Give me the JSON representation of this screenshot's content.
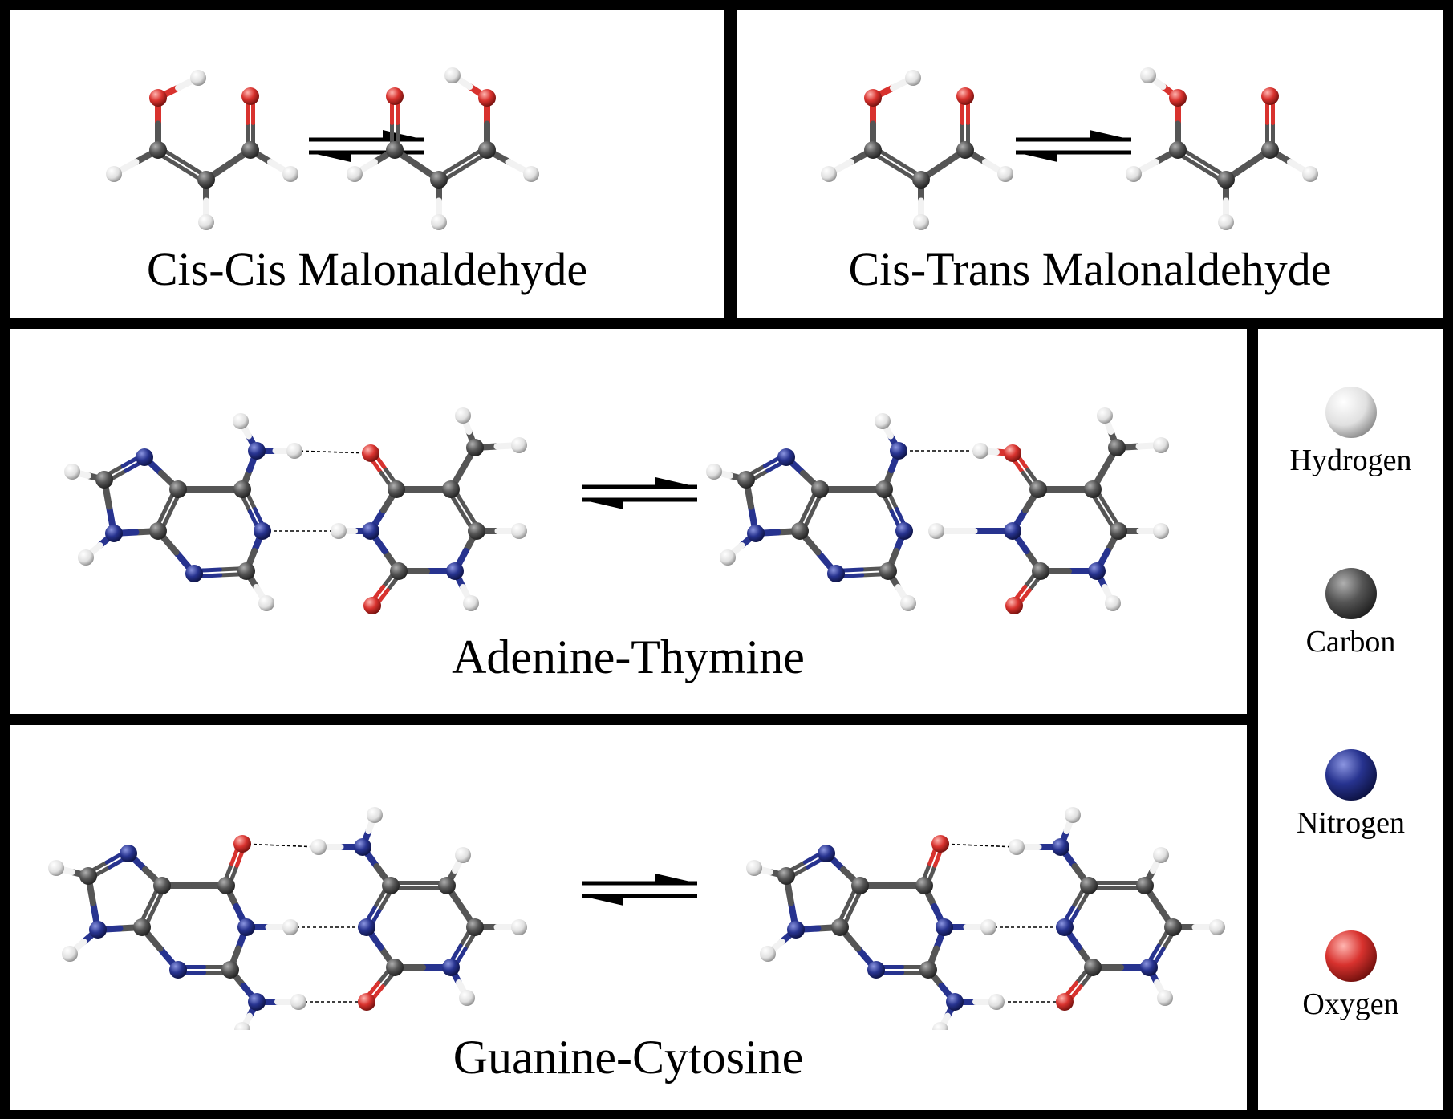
{
  "panels": {
    "cis_cis": {
      "title": "Cis-Cis Malonaldehyde"
    },
    "cis_trans": {
      "title": "Cis-Trans Malonaldehyde"
    },
    "adenine_thymine": {
      "title": "Adenine-Thymine"
    },
    "guanine_cytosine": {
      "title": "Guanine-Cytosine"
    }
  },
  "legend": [
    {
      "label": "Hydrogen",
      "element": "H",
      "color": "#f2f2f2"
    },
    {
      "label": "Carbon",
      "element": "C",
      "color": "#555555"
    },
    {
      "label": "Nitrogen",
      "element": "N",
      "color": "#27338f"
    },
    {
      "label": "Oxygen",
      "element": "O",
      "color": "#d8322e"
    }
  ],
  "atom_colors": {
    "H": "#f2f2f2",
    "C": "#555555",
    "N": "#27338f",
    "O": "#d8322e"
  },
  "arrow_icon": "equilibrium-arrows-icon"
}
